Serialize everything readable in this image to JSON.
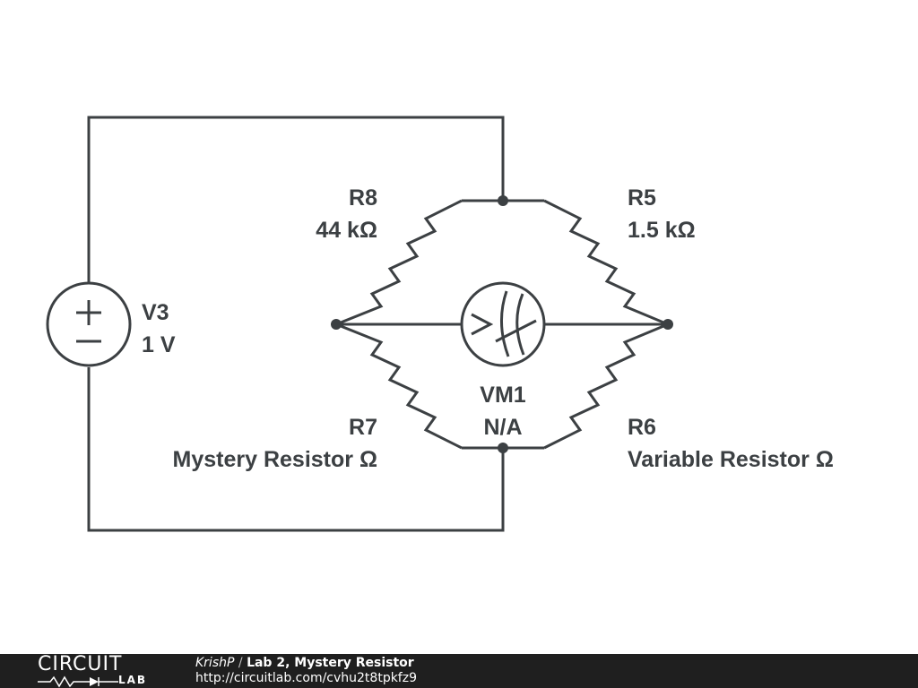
{
  "schematic": {
    "components": {
      "V3": {
        "name": "V3",
        "value": "1 V"
      },
      "R8": {
        "name": "R8",
        "value": "44 kΩ"
      },
      "R5": {
        "name": "R5",
        "value": "1.5 kΩ"
      },
      "R7": {
        "name": "R7",
        "value": "Mystery Resistor Ω"
      },
      "R6": {
        "name": "R6",
        "value": "Variable Resistor Ω"
      },
      "VM1": {
        "name": "VM1",
        "value": "N/A"
      }
    },
    "colors": {
      "wire": "#3c4043",
      "background": "#ffffff"
    }
  },
  "footer": {
    "logo_top": "CIRCUIT",
    "logo_bottom": "LAB",
    "author": "KrishP",
    "separator": " / ",
    "title": "Lab 2, Mystery Resistor",
    "url": "http://circuitlab.com/cvhu2t8tpkfz9",
    "background": "#1f1f1f"
  }
}
